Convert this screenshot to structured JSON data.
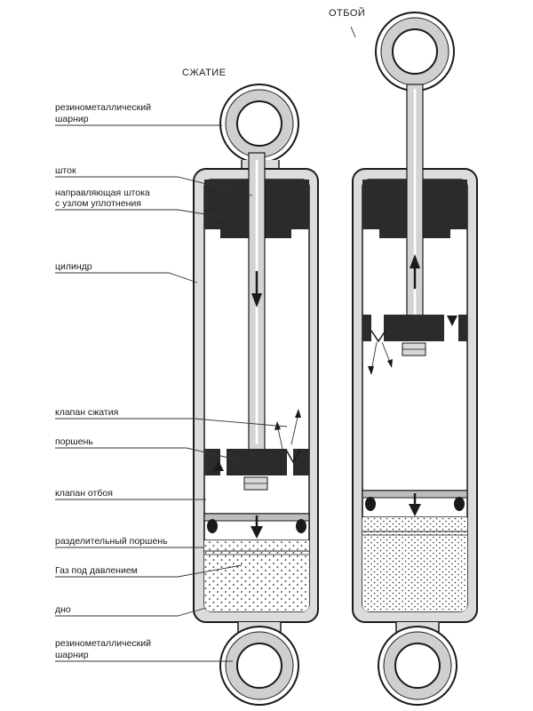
{
  "diagram": {
    "modes": {
      "compression": "СЖАТИЕ",
      "rebound": "ОТБОЙ"
    },
    "labels": {
      "top_joint_line1": "резинометаллический",
      "top_joint_line2": "шарнир",
      "rod": "шток",
      "rod_guide_line1": "направляющая штока",
      "rod_guide_line2": "с узлом уплотнения",
      "cylinder": "цилиндр",
      "compression_valve": "клапан сжатия",
      "piston": "поршень",
      "rebound_valve": "клапан отбоя",
      "separating_piston": "разделительный поршень",
      "gas": "Газ под давлением",
      "bottom": "дно",
      "bottom_joint_line1": "резинометаллический",
      "bottom_joint_line2": "шарнир"
    }
  },
  "colors": {
    "ink": "#1a1a1a",
    "body_fill": "#dcdcdc",
    "guide_fill": "#2b2b2b",
    "rod_fill": "#d4d4d4"
  }
}
